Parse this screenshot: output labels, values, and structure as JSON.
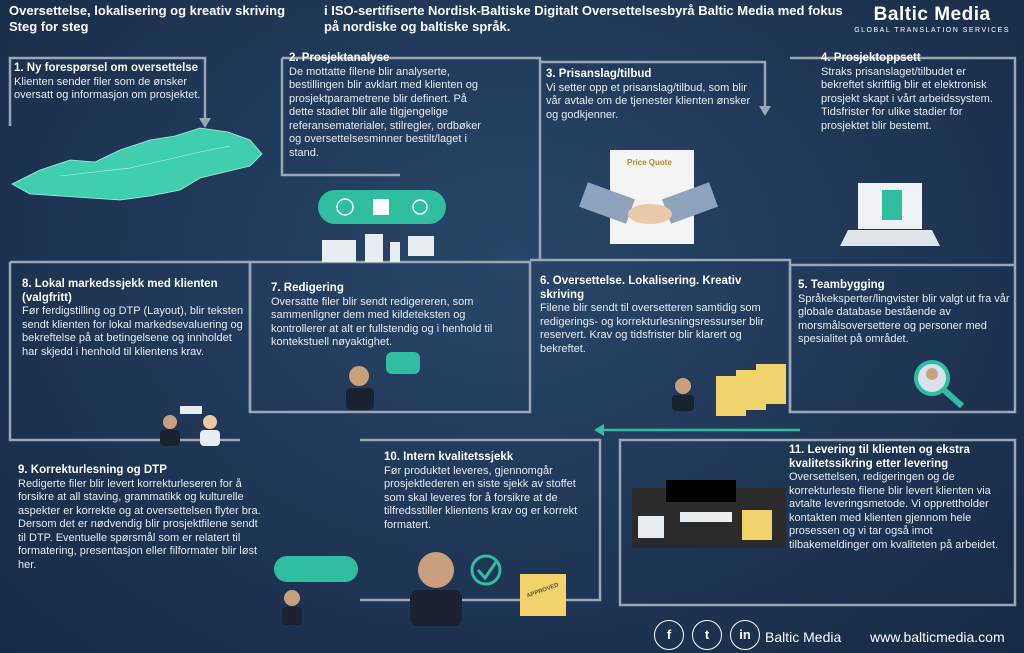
{
  "header": {
    "left_line1": "Oversettelse, lokalisering og kreativ skriving",
    "left_line2": "Steg for steg",
    "center_line1": "i ISO-sertifiserte Nordisk-Baltiske Digitalt Oversettelsesbyrå Baltic Media med fokus",
    "center_line2": "på nordiske og baltiske språk."
  },
  "logo": {
    "name": "Baltic Media",
    "tagline": "GLOBAL TRANSLATION SERVICES"
  },
  "steps": [
    {
      "title": "1.  Ny forespørsel om oversettelse",
      "body": "Klienten sender filer som de ønsker oversatt og informasjon om prosjektet."
    },
    {
      "title": "2.  Prosjektanalyse",
      "body": "De mottatte filene blir analyserte, bestillingen blir avklart med klienten og prosjektparametrene blir definert. På dette stadiet blir alle tilgjengelige referansematerialer, stilregler, ordbøker og oversettelsesminner bestilt/laget i stand."
    },
    {
      "title": "3.  Prisanslag/tilbud",
      "body": "Vi setter opp et prisanslag/tilbud, som blir vår avtale om de tjenester klienten ønsker og godkjenner."
    },
    {
      "title": "4.  Prosjektoppsett",
      "body": "Straks prisanslaget/tilbudet er bekreftet skriftlig blir et elektronisk prosjekt skapt i vårt arbeidssystem. Tidsfrister for ulike stadier for prosjektet blir bestemt."
    },
    {
      "title": "5.  Teambygging",
      "body": "Språkeksperter/lingvister blir valgt ut fra vår globale database bestående av morsmålsoversettere og personer med spesialitet på området."
    },
    {
      "title": "6.  Oversettelse. Lokalisering. Kreativ skriving",
      "body": "Filene blir sendt til oversetteren samtidig som redigerings- og korrekturlesningsressurser blir reservert. Krav og tidsfrister blir klarert og bekreftet."
    },
    {
      "title": "7.  Redigering",
      "body": "Oversatte filer blir sendt redigereren, som sammenligner dem med kildeteksten og kontrollerer at alt er fullstendig og i henhold til kontekstuell nøyaktighet."
    },
    {
      "title": "8.  Lokal markedssjekk med klienten (valgfritt)",
      "body": "Før ferdigstilling og DTP (Layout), blir teksten sendt klienten for lokal markedsevaluering og bekreftelse på at betingelsene og innholdet har skjedd i henhold til klientens krav."
    },
    {
      "title": "9.  Korrekturlesning og DTP",
      "body": "Redigerte filer blir levert korrekturleseren for å forsikre at all staving, grammatikk og kulturelle aspekter er korrekte og at oversettelsen flyter bra.",
      "body2": "Dersom det er nødvendig blir prosjektfilene sendt til DTP. Eventuelle spørsmål som er relatert til formatering, presentasjon eller filformater blir løst her."
    },
    {
      "title": "10.  Intern kvalitetssjekk",
      "body": "Før produktet leveres, gjennomgår prosjektlederen en siste sjekk av stoffet som skal leveres for å forsikre at de tilfredsstiller klientens krav og er korrekt formatert."
    },
    {
      "title": "11.  Levering til klienten og ekstra kvalitetssikring etter levering",
      "body": "Oversettelsen, redigeringen og de korrekturleste filene blir levert klienten via avtalte leveringsmetode. Vi opprettholder kontakten med klienten gjennom hele prosessen og vi tar også imot tilbakemeldinger om kvaliteten på arbeidet."
    }
  ],
  "illustrations": {
    "price_quote_label": "Price Quote",
    "approved_label": "APPROVED"
  },
  "footer": {
    "social": [
      "f",
      "t",
      "in"
    ],
    "brand": "Baltic Media",
    "url": "www.balticmedia.com"
  },
  "colors": {
    "background": "#1f3552",
    "path": "#9aa6b4",
    "accent": "#2fbfa0",
    "folder": "#f2d36b"
  }
}
